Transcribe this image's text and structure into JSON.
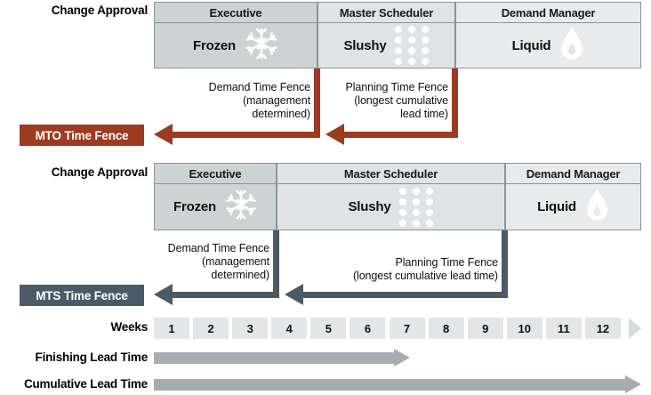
{
  "colors": {
    "mto_accent": "#9c3a22",
    "mts_accent": "#4c5a66",
    "exec_cell": "#ccd3d3",
    "ms_cell": "#dfe3e5",
    "dm_cell": "#e8eaeb",
    "week_cell": "#e3e5e6",
    "leadtime_bar": "#a7acb3",
    "cell_border": "#8c9499"
  },
  "mto": {
    "row_label": "Change Approval",
    "roles": [
      {
        "label": "Executive"
      },
      {
        "label": "Master Scheduler"
      },
      {
        "label": "Demand Manager"
      }
    ],
    "states": [
      {
        "label": "Frozen",
        "icon": "snowflake-icon"
      },
      {
        "label": "Slushy",
        "icon": "dot-grid-icon"
      },
      {
        "label": "Liquid",
        "icon": "water-drop-icon"
      }
    ],
    "fence_tag": "MTO Time Fence",
    "demand_fence_note": "Demand Time Fence\n(management\ndetermined)",
    "planning_fence_note": "Planning Time Fence\n(longest cumulative\nlead time)"
  },
  "mts": {
    "row_label": "Change Approval",
    "roles": [
      {
        "label": "Executive"
      },
      {
        "label": "Master Scheduler"
      },
      {
        "label": "Demand Manager"
      }
    ],
    "states": [
      {
        "label": "Frozen",
        "icon": "snowflake-icon"
      },
      {
        "label": "Slushy",
        "icon": "dot-grid-icon"
      },
      {
        "label": "Liquid",
        "icon": "water-drop-icon"
      }
    ],
    "fence_tag": "MTS Time Fence",
    "demand_fence_note": "Demand Time Fence\n(management\ndetermined)",
    "planning_fence_note": "Planning Time Fence\n(longest cumulative lead time)"
  },
  "timeline": {
    "axis_label": "Weeks",
    "weeks": [
      "1",
      "2",
      "3",
      "4",
      "5",
      "6",
      "7",
      "8",
      "9",
      "10",
      "11",
      "12"
    ],
    "lead_times": [
      {
        "label": "Finishing Lead Time",
        "ends_at_week": 7
      },
      {
        "label": "Cumulative Lead Time",
        "ends_at_week": 12
      }
    ]
  }
}
